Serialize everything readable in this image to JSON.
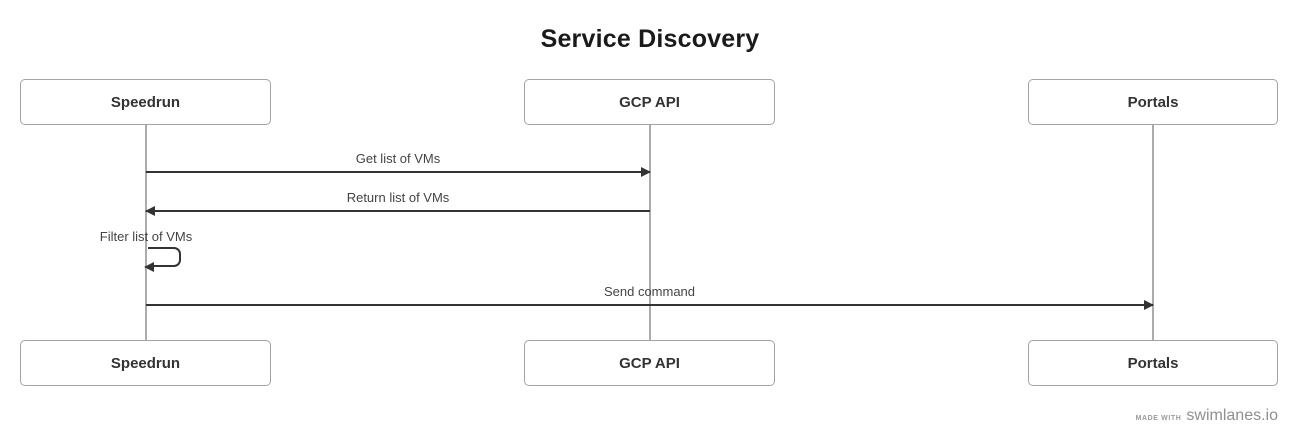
{
  "diagram": {
    "title": "Service Discovery",
    "type": "sequence-diagram",
    "actors": [
      {
        "name": "Speedrun"
      },
      {
        "name": "GCP API"
      },
      {
        "name": "Portals"
      }
    ],
    "messages": [
      {
        "label": "Get list of VMs",
        "from": "Speedrun",
        "to": "GCP API",
        "style": "solid",
        "direction": "right"
      },
      {
        "label": "Return list of VMs",
        "from": "GCP API",
        "to": "Speedrun",
        "style": "solid",
        "direction": "left"
      },
      {
        "label": "Filter list of VMs",
        "from": "Speedrun",
        "to": "Speedrun",
        "style": "solid",
        "direction": "self"
      },
      {
        "label": "Send command",
        "from": "Speedrun",
        "to": "Portals",
        "style": "solid",
        "direction": "right"
      }
    ],
    "footer": {
      "made_with": "MADE WITH",
      "brand": "swimlanes.io"
    },
    "colors": {
      "background": "#ffffff",
      "title_text": "#1a1a1a",
      "actor_border": "#a3a3a3",
      "actor_text": "#333333",
      "lifeline": "#ababab",
      "arrow": "#333333",
      "message_text": "#444444",
      "footer_text": "#8f8f8f"
    }
  }
}
